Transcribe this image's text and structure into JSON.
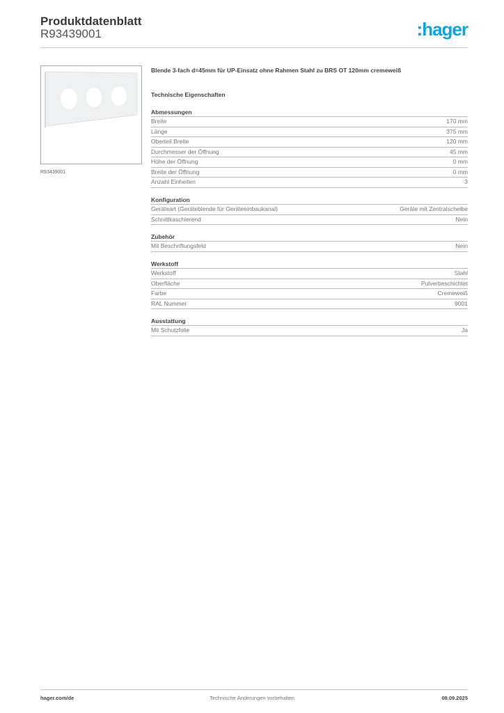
{
  "header": {
    "title": "Produktdatenblatt",
    "code": "R93439001",
    "logo": "hager",
    "brand_color": "#0ea5e0"
  },
  "product": {
    "image_caption": "R93439001",
    "title": "Blende 3-fach d=45mm für UP-Einsatz ohne Rahmen Stahl zu BRS OT 120mm cremeweiß",
    "section_label": "Technische Eigenschaften"
  },
  "sections": [
    {
      "heading": "Abmessungen",
      "rows": [
        [
          "Breite",
          "170 mm"
        ],
        [
          "Länge",
          "375 mm"
        ],
        [
          "Oberteil Breite",
          "120 mm"
        ],
        [
          "Durchmesser der Öffnung",
          "45 mm"
        ],
        [
          "Höhe der Öffnung",
          "0 mm"
        ],
        [
          "Breite der Öffnung",
          "0 mm"
        ],
        [
          "Anzahl Einheiten",
          "3"
        ]
      ]
    },
    {
      "heading": "Konfiguration",
      "rows": [
        [
          "Geräteart (Geräteblende für Geräteeinbaukanal)",
          "Geräte mit Zentralscheibe"
        ],
        [
          "Schnittkaschierend",
          "Nein"
        ]
      ]
    },
    {
      "heading": "Zubehör",
      "rows": [
        [
          "Mit Beschriftungsfeld",
          "Nein"
        ]
      ]
    },
    {
      "heading": "Werkstoff",
      "rows": [
        [
          "Werkstoff",
          "Stahl"
        ],
        [
          "Oberfläche",
          "Pulverbeschichtet"
        ],
        [
          "Farbe",
          "Cremeweiß"
        ],
        [
          "RAL Nummer",
          "9001"
        ]
      ]
    },
    {
      "heading": "Ausstattung",
      "rows": [
        [
          "Mit Schutzfolie",
          "Ja"
        ]
      ]
    }
  ],
  "footer": {
    "website": "hager.com/de",
    "note": "Technische Änderungen vorbehalten",
    "date": "08.09.2025"
  }
}
